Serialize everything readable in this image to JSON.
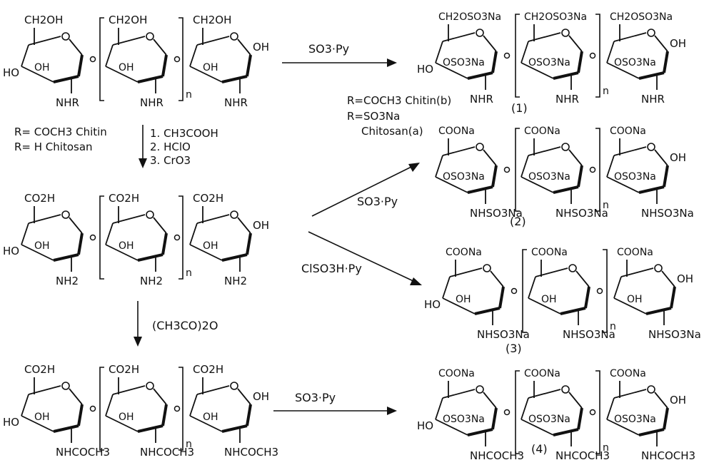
{
  "start": {
    "top": [
      "CH2OH",
      "CH2OH",
      "CH2OH"
    ],
    "side": [
      "HO",
      "OH",
      "OH",
      "OH"
    ],
    "ringOH": [
      "OH",
      "OH",
      "OH"
    ],
    "bottom": [
      "NHR",
      "NHR",
      "NHR"
    ],
    "n": "n",
    "legend": [
      "R= COCH3  Chitin",
      "R= H  Chitosan"
    ]
  },
  "step1": {
    "reagents": [
      "1. CH3COOH",
      "2. HClO",
      "3. CrO3"
    ]
  },
  "oxidized": {
    "top": [
      "CO2H",
      "CO2H",
      "CO2H"
    ],
    "side": [
      "HO",
      "OH",
      "OH",
      "OH"
    ],
    "ringOH": [
      "OH",
      "OH",
      "OH"
    ],
    "bottom": [
      "NH2",
      "NH2",
      "NH2"
    ],
    "n": "n"
  },
  "step2": {
    "reagent": "(CH3CO)2O"
  },
  "acetylated": {
    "top": [
      "CO2H",
      "CO2H",
      "CO2H"
    ],
    "side": [
      "HO",
      "OH",
      "OH",
      "OH"
    ],
    "ringOH": [
      "OH",
      "OH",
      "OH"
    ],
    "bottom": [
      "NHCOCH3",
      "NHCOCH3",
      "NHCOCH3"
    ],
    "n": "n"
  },
  "arrows": {
    "a": "SO3·Py",
    "b": "SO3·Py",
    "c": "ClSO3H·Py",
    "d": "SO3·Py"
  },
  "p1": {
    "top": [
      "CH2OSO3Na",
      "CH2OSO3Na",
      "CH2OSO3Na"
    ],
    "ring": [
      "OSO3Na",
      "OSO3Na",
      "OSO3Na"
    ],
    "endOH": "OH",
    "side": "HO",
    "bottom": [
      "NHR",
      "NHR",
      "NHR"
    ],
    "n": "n",
    "num": "(1)",
    "legend": [
      "R=COCH3  Chitin(b)",
      "R=SO3Na",
      "Chitosan(a)"
    ]
  },
  "p2": {
    "top": [
      "COONa",
      "COONa",
      "COONa"
    ],
    "ring": [
      "OSO3Na",
      "OSO3Na",
      "OSO3Na"
    ],
    "endOH": "OH",
    "bottom": [
      "NHSO3Na",
      "NHSO3Na",
      "NHSO3Na"
    ],
    "n": "n",
    "num": "(2)"
  },
  "p3": {
    "top": [
      "COONa",
      "COONa",
      "COONa"
    ],
    "side": "HO",
    "ringOH": [
      "OH",
      "OH",
      "OH"
    ],
    "endOH": "OH",
    "bottom": [
      "NHSO3Na",
      "NHSO3Na",
      "NHSO3Na"
    ],
    "n": "n",
    "num": "(3)"
  },
  "p4": {
    "top": [
      "COONa",
      "COONa",
      "COONa"
    ],
    "side": "HO",
    "ring": [
      "OSO3Na",
      "OSO3Na",
      "OSO3Na"
    ],
    "endOH": "OH",
    "bottom": [
      "NHCOCH3",
      "NHCOCH3",
      "NHCOCH3"
    ],
    "n": "n",
    "num": "(4)"
  }
}
